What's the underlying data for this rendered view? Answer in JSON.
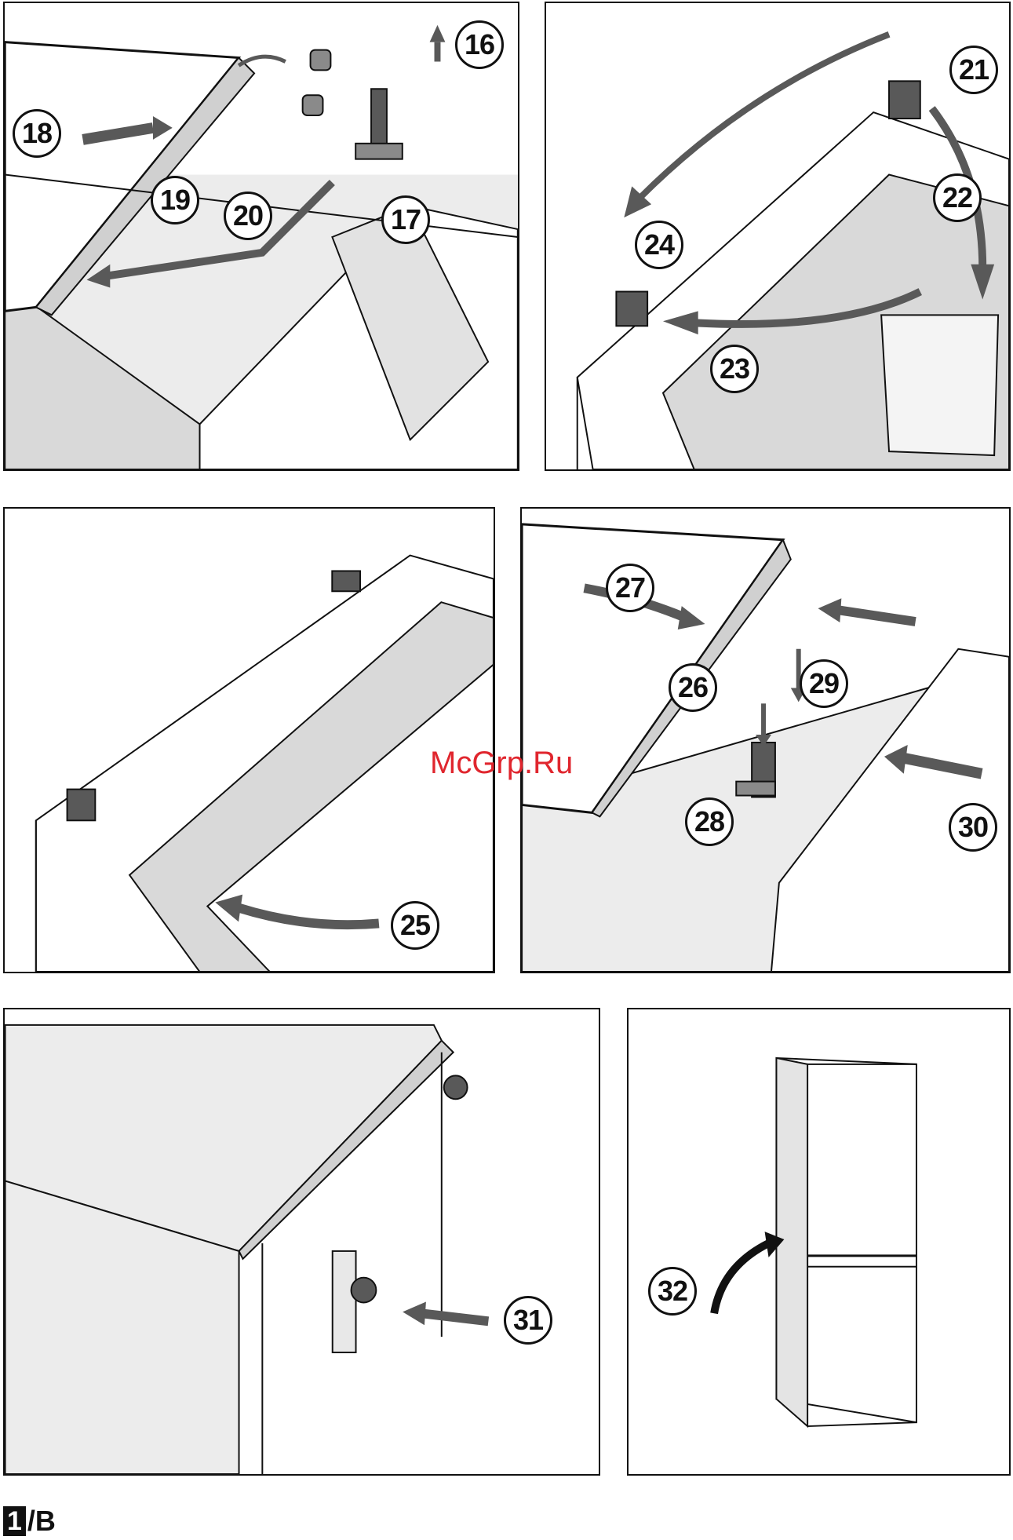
{
  "panels": [
    {
      "steps": [
        "16",
        "17",
        "18",
        "19",
        "20"
      ]
    },
    {
      "steps": [
        "21",
        "22",
        "23",
        "24"
      ]
    },
    {
      "steps": [
        "25"
      ]
    },
    {
      "steps": [
        "26",
        "27",
        "28",
        "29",
        "30"
      ]
    },
    {
      "steps": [
        "31"
      ]
    },
    {
      "steps": [
        "32"
      ]
    }
  ],
  "watermark": "McGrp.Ru",
  "page_label": {
    "number": "1",
    "suffix": "/B"
  },
  "colors": {
    "line": "#111111",
    "shade": "#d9d9d9",
    "dark_shade": "#595959",
    "watermark": "#e0262e"
  }
}
